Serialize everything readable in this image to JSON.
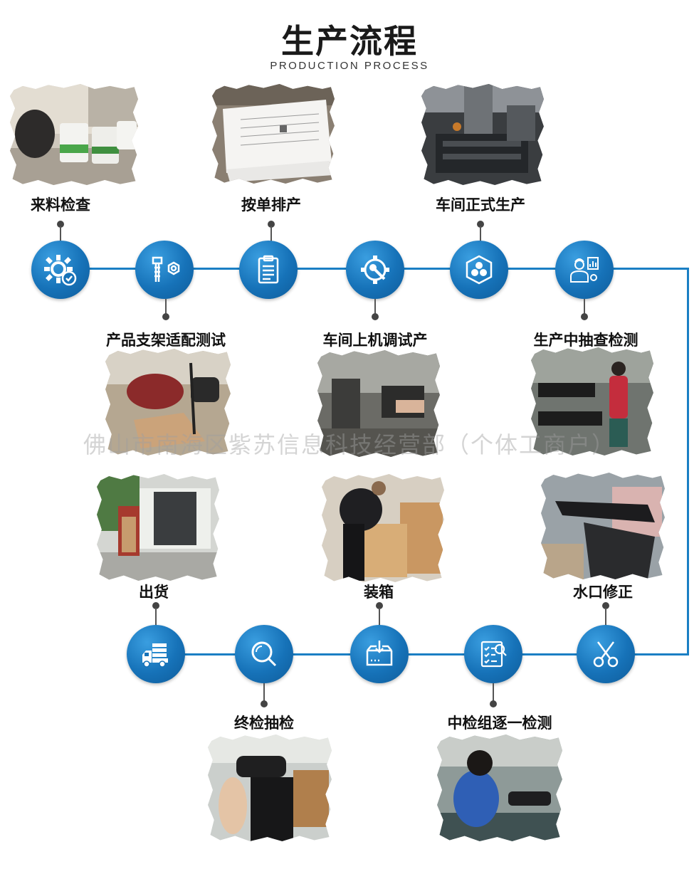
{
  "header": {
    "title": "生产流程",
    "subtitle": "PRODUCTION PROCESS"
  },
  "watermark": "佛山市南海区紫苏信息科技经营部（个体工商户）",
  "colors": {
    "accent": "#1a7fc4",
    "circle_dark": "#0f5c9a",
    "circle_light": "#3a9ee0",
    "text": "#111111"
  },
  "steps": {
    "s1": {
      "label": "来料检查",
      "icon": "gear-check-icon"
    },
    "s2": {
      "label": "产品支架适配测试",
      "icon": "bolt-nut-icon"
    },
    "s3": {
      "label": "按单排产",
      "icon": "clipboard-icon"
    },
    "s4": {
      "label": "车间上机调试产",
      "icon": "wrench-gear-icon"
    },
    "s5": {
      "label": "车间正式生产",
      "icon": "hexagon-nodes-icon"
    },
    "s6": {
      "label": "生产中抽查检测",
      "icon": "worker-chart-icon"
    },
    "s7": {
      "label": "水口修正",
      "icon": "scissors-icon"
    },
    "s8": {
      "label": "中检组逐一检测",
      "icon": "checklist-search-icon"
    },
    "s9": {
      "label": "装箱",
      "icon": "box-download-icon"
    },
    "s10": {
      "label": "终检抽检",
      "icon": "magnifier-icon"
    },
    "s11": {
      "label": "出货",
      "icon": "delivery-truck-icon"
    }
  }
}
